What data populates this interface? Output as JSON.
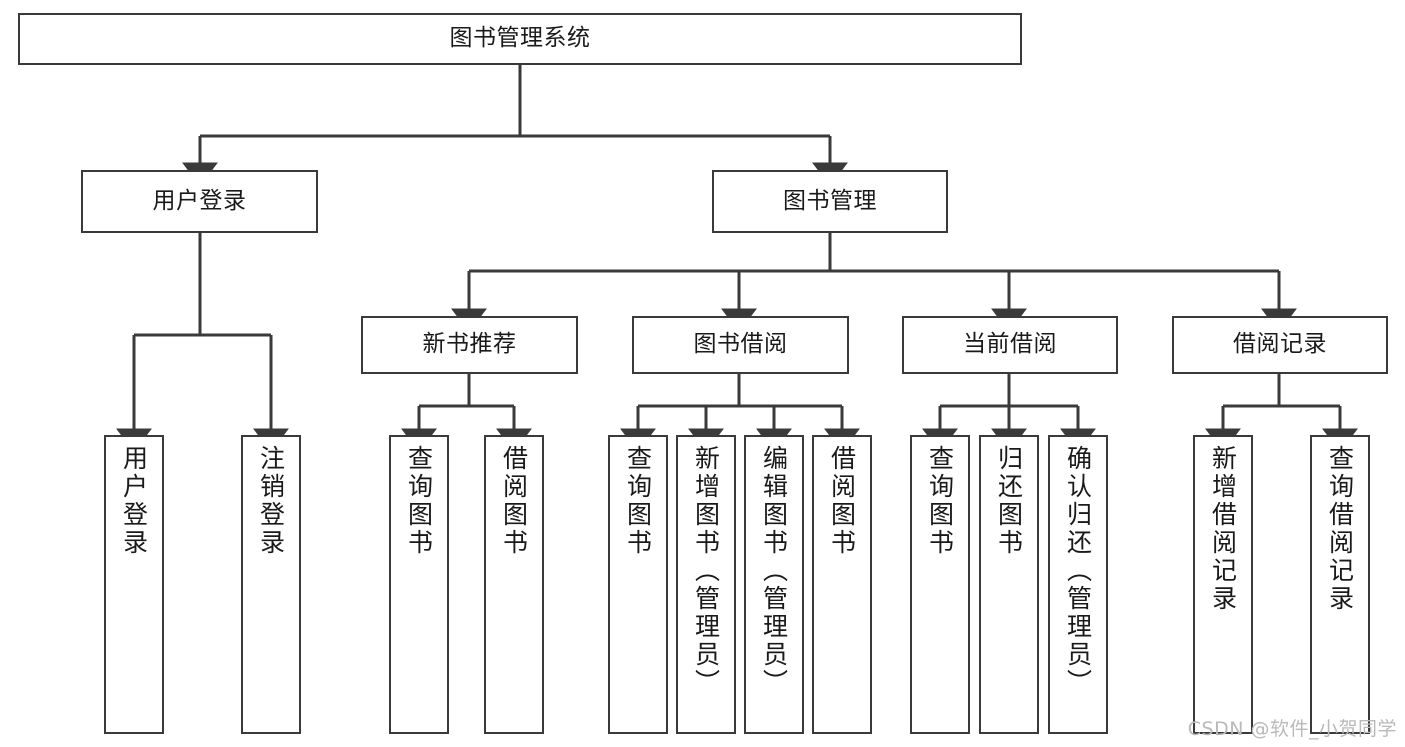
{
  "diagram": {
    "title": "图书管理系统",
    "watermark": "CSDN @软件_小贺同学",
    "stroke_color": "#3a3a3a",
    "text_color": "#1a1a1a",
    "background_color": "#ffffff",
    "nodes": {
      "root": "图书管理系统",
      "level2": {
        "user_login": "用户登录",
        "book_manage": "图书管理"
      },
      "level3": {
        "new_book_recommend": "新书推荐",
        "book_borrow": "图书借阅",
        "current_borrow": "当前借阅",
        "borrow_record": "借阅记录"
      },
      "leaves": {
        "user_login_1": "用户登录",
        "user_login_2": "注销登录",
        "recommend_1": "查询图书",
        "recommend_2": "借阅图书",
        "borrow_1": "查询图书",
        "borrow_2": "新增图书（管理员）",
        "borrow_3": "编辑图书（管理员）",
        "borrow_4": "借阅图书",
        "current_1": "查询图书",
        "current_2": "归还图书",
        "current_3": "确认归还（管理员）",
        "record_1": "新增借阅记录",
        "record_2": "查询借阅记录"
      }
    }
  }
}
